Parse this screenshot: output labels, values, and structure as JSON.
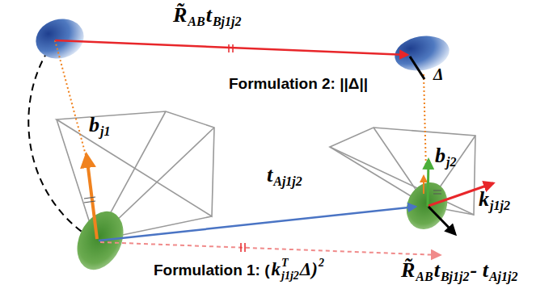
{
  "diagram": {
    "labels": [
      "R̃",
      "AB",
      "t",
      "Bj1j2",
      "Formulation 2: ||Δ||",
      "Δ",
      "b",
      "j1",
      "t",
      "Aj1j2",
      "b",
      "j2",
      "k",
      "j1j2",
      "Formulation 1: (",
      "k",
      "T",
      "j1j2",
      "Δ)",
      "2",
      "R̃",
      "AB",
      "t",
      "Bj1j2",
      "- t",
      "Aj1j2"
    ]
  }
}
